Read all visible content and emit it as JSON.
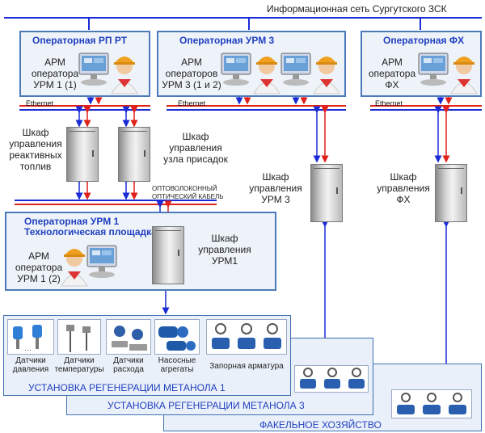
{
  "network": {
    "title": "Информационная сеть Сургутского ЗСК"
  },
  "rooms": [
    {
      "title": "Операторная РП РТ",
      "arm": "АРМ",
      "role": "оператора",
      "id": "УРМ 1 (1)"
    },
    {
      "title": "Операторная УРМ 3",
      "arm": "АРМ",
      "role": "операторов",
      "id": "УРМ 3 (1 и 2)"
    },
    {
      "title": "Операторная ФХ",
      "arm": "АРМ",
      "role": "оператора",
      "id": "ФХ"
    }
  ],
  "ethernet_label": "Ethernet",
  "cabinets": {
    "reactive": [
      "Шкаф",
      "управления",
      "реактивных",
      "топлив"
    ],
    "additive": [
      "Шкаф",
      "управления",
      "узла присадок"
    ],
    "urm3": [
      "Шкаф",
      "управления",
      "УРМ 3"
    ],
    "fh": [
      "Шкаф",
      "управления",
      "ФХ"
    ],
    "urm1": [
      "Шкаф",
      "управления",
      "УРМ1"
    ]
  },
  "fiber_label": [
    "ОПТОВОЛОКОННЫЙ",
    "ОПТИЧЕСКИЙ КАБЕЛЬ"
  ],
  "site_room": {
    "title": [
      "Операторная УРМ 1",
      "Технологическая площадка"
    ],
    "arm": "АРМ",
    "role": "оператора",
    "id": "УРМ 1 (2)"
  },
  "field_devices": [
    {
      "label": [
        "Датчики",
        "давления"
      ],
      "icon": "pressure-sensors"
    },
    {
      "label": [
        "Датчики",
        "температуры"
      ],
      "icon": "temperature-sensors"
    },
    {
      "label": [
        "Датчики",
        "расхода"
      ],
      "icon": "flow-sensors"
    },
    {
      "label": [
        "Насосные",
        "агрегаты"
      ],
      "icon": "pump-units"
    },
    {
      "label": [
        "Запорная арматура"
      ],
      "icon": "shutoff-valves"
    }
  ],
  "dots": "…",
  "plants": [
    "УСТАНОВКА РЕГЕНЕРАЦИИ МЕТАНОЛА 1",
    "УСТАНОВКА РЕГЕНЕРАЦИИ МЕТАНОЛА 3",
    "ФАКЕЛЬНОЕ ХОЗЯЙСТВО"
  ],
  "colors": {
    "network_line": "#1a2bd6",
    "arrow_blue": "#1a2bd6",
    "arrow_red": "#e0201a",
    "room_border": "#4a7bb8",
    "title_blue": "#1f3fbf"
  }
}
